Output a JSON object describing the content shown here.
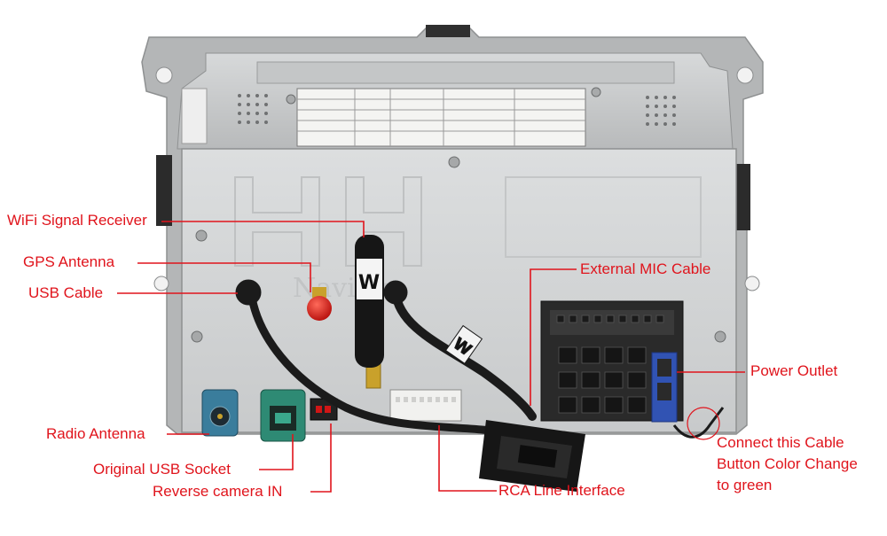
{
  "labels": {
    "wifi": "WiFi Signal Receiver",
    "gps": "GPS Antenna",
    "usb_cable": "USB Cable",
    "radio": "Radio Antenna",
    "orig_usb": "Original USB Socket",
    "reverse_cam": "Reverse camera IN",
    "rca": "RCA Line Interface",
    "mic": "External MIC Cable",
    "power": "Power Outlet",
    "connect": [
      "Connect this Cable",
      "Button Color Change",
      "to green"
    ]
  },
  "device_markings": {
    "antenna_tag": "W",
    "cable_tag": "W",
    "watermark": "Navihy"
  },
  "colors": {
    "callout": "#e0141c",
    "chassis_top": "#c9cbcc",
    "rear_panel": "#d6d8d9",
    "cable": "#1b1b1b",
    "fakra_blue": "#3a7d9c",
    "fakra_green": "#2e8a74",
    "fuse_blue": "#3153b3",
    "gps_red": "#d91a14",
    "gold": "#c9a12b"
  }
}
